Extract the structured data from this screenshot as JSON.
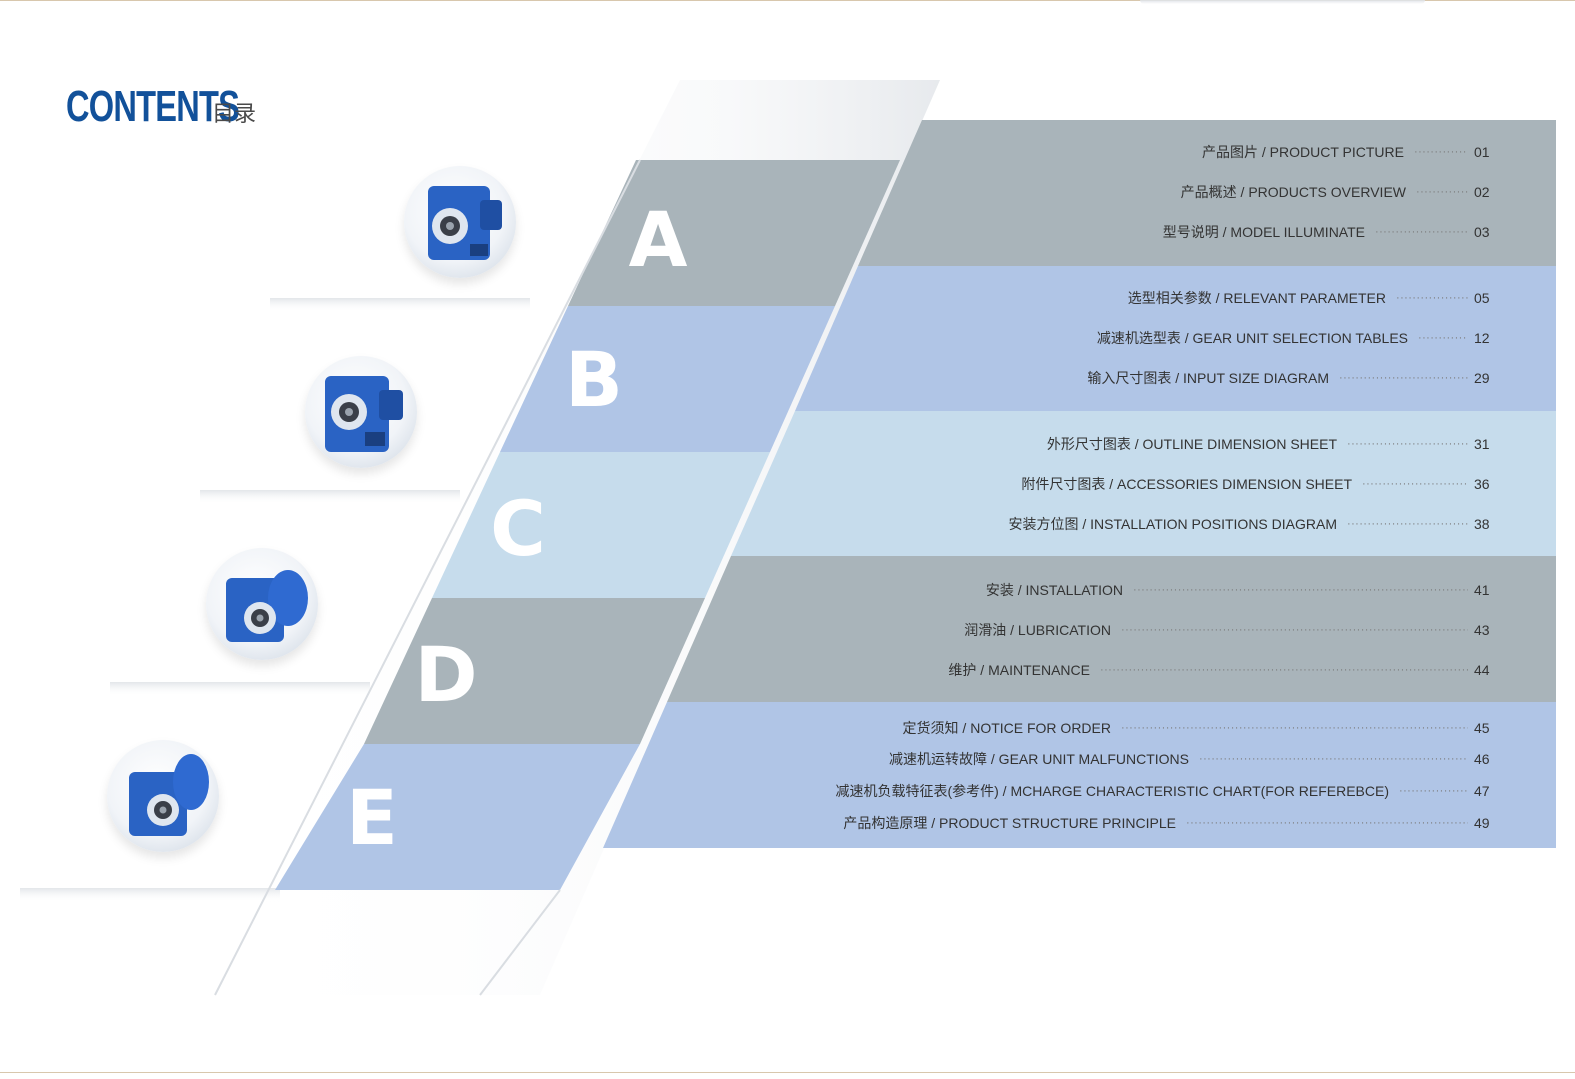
{
  "header": {
    "title_en": "CONTENTS",
    "title_cn": "目录"
  },
  "colors": {
    "title": "#12519a",
    "gray": "#a9b4ba",
    "blue": "#b0c5e6",
    "light": "#c6dcec"
  },
  "sections": [
    {
      "letter": "A",
      "entries": [
        {
          "label": "产品图片 / PRODUCT PICTURE",
          "page": "01"
        },
        {
          "label": "产品概述 / PRODUCTS OVERVIEW",
          "page": "02"
        },
        {
          "label": "型号说明 / MODEL ILLUMINATE",
          "page": "03"
        }
      ]
    },
    {
      "letter": "B",
      "entries": [
        {
          "label": "选型相关参数 / RELEVANT PARAMETER",
          "page": "05"
        },
        {
          "label": "减速机选型表 / GEAR UNIT SELECTION TABLES",
          "page": "12"
        },
        {
          "label": "输入尺寸图表 / INPUT SIZE DIAGRAM",
          "page": "29"
        }
      ]
    },
    {
      "letter": "C",
      "entries": [
        {
          "label": "外形尺寸图表 / OUTLINE DIMENSION SHEET",
          "page": "31"
        },
        {
          "label": "附件尺寸图表 / ACCESSORIES DIMENSION SHEET",
          "page": "36"
        },
        {
          "label": "安装方位图 / INSTALLATION POSITIONS DIAGRAM",
          "page": "38"
        }
      ]
    },
    {
      "letter": "D",
      "entries": [
        {
          "label": "安装 / INSTALLATION",
          "page": "41"
        },
        {
          "label": "润滑油 / LUBRICATION",
          "page": "43"
        },
        {
          "label": "维护 / MAINTENANCE",
          "page": "44"
        }
      ]
    },
    {
      "letter": "E",
      "entries": [
        {
          "label": "定货须知 / NOTICE FOR ORDER",
          "page": "45"
        },
        {
          "label": "减速机运转故障 / GEAR UNIT MALFUNCTIONS",
          "page": "46"
        },
        {
          "label": "减速机负载特征表(参考件) / MCHARGE CHARACTERISTIC CHART(FOR REFEREBCE)",
          "page": "47"
        },
        {
          "label": "产品构造原理 / PRODUCT STRUCTURE PRINCIPLE",
          "page": "49"
        }
      ]
    }
  ]
}
